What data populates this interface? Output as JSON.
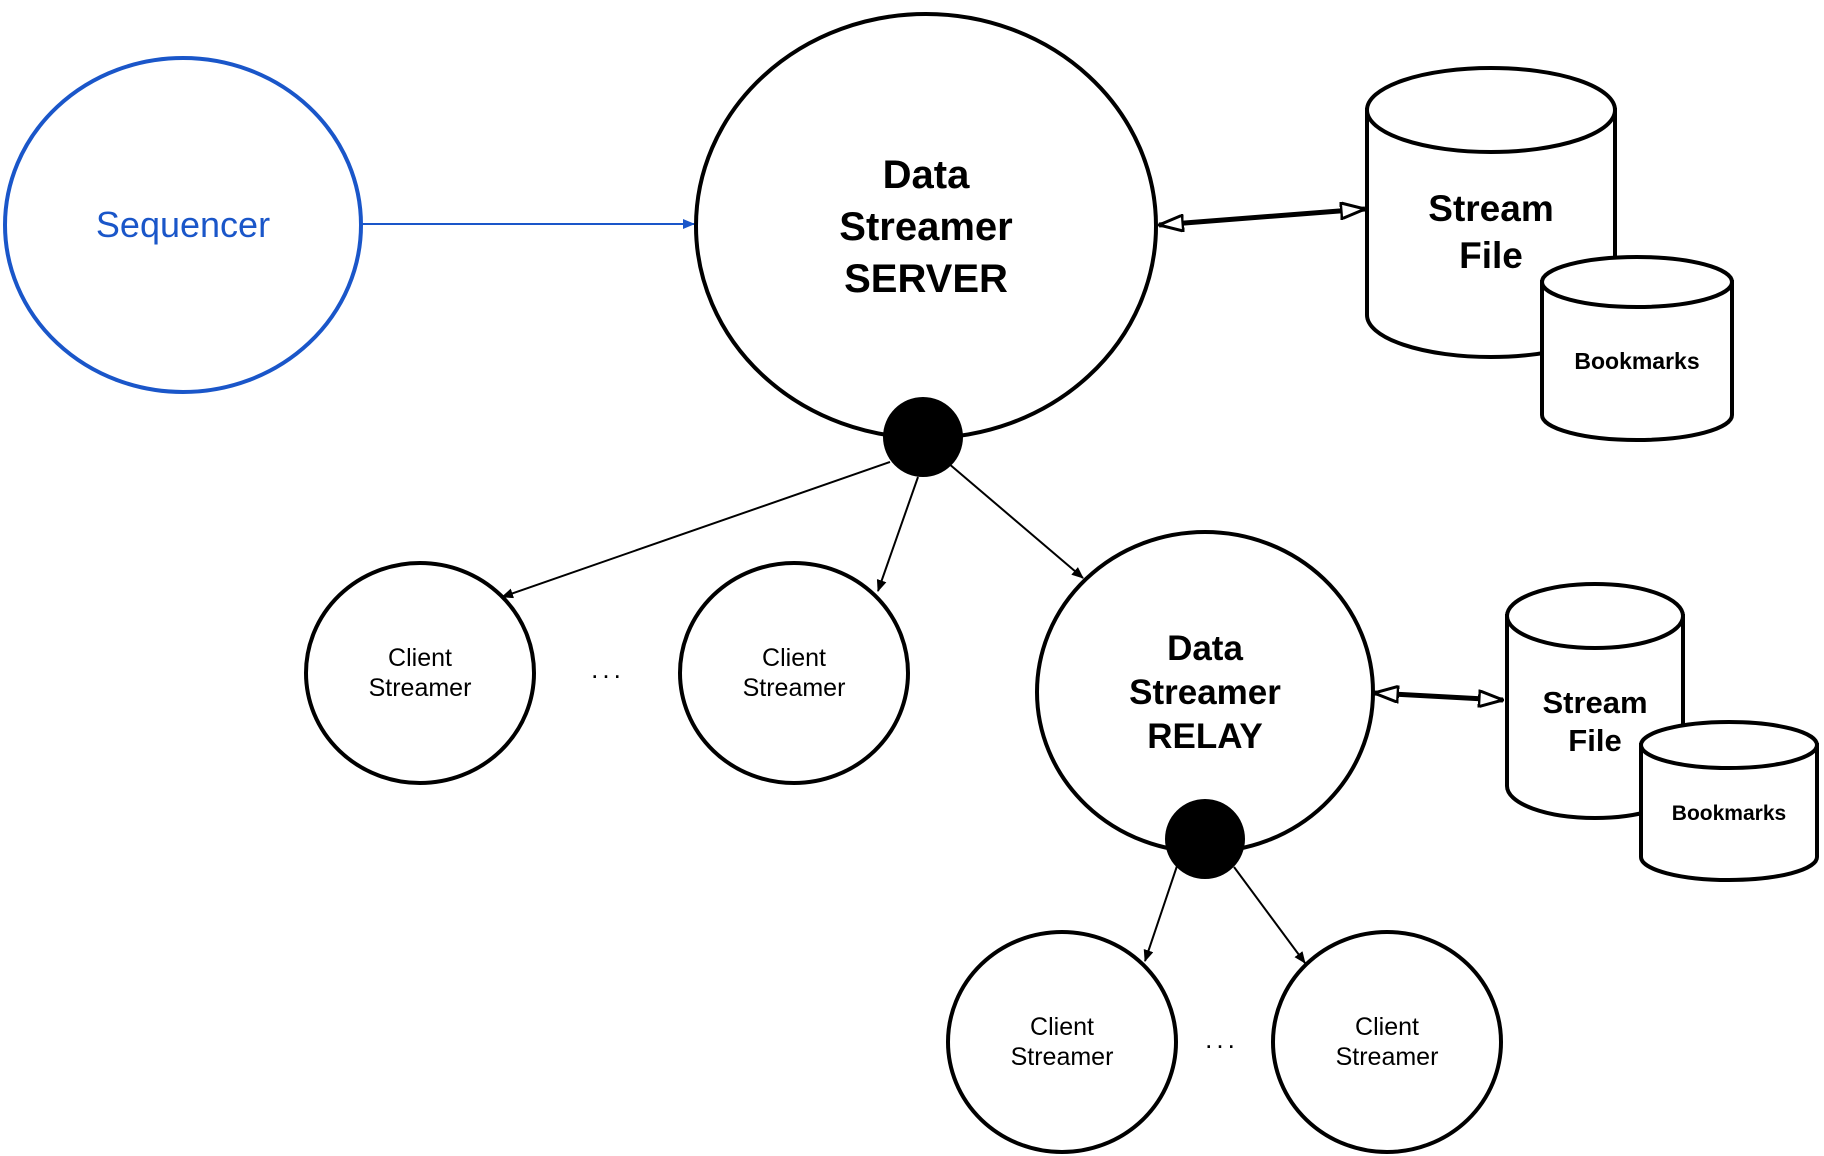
{
  "colors": {
    "stroke": "#000000",
    "accent": "#1a56c9",
    "background": "#ffffff"
  },
  "sequencer": {
    "label": "Sequencer"
  },
  "server": {
    "lines": [
      "Data",
      "Streamer",
      "SERVER"
    ],
    "stream_file": [
      "Stream",
      "File"
    ],
    "bookmarks": "Bookmarks"
  },
  "relay": {
    "lines": [
      "Data",
      "Streamer",
      "RELAY"
    ],
    "stream_file": [
      "Stream",
      "File"
    ],
    "bookmarks": "Bookmarks"
  },
  "client": {
    "lines": [
      "Client",
      "Streamer"
    ]
  },
  "ellipsis": "..."
}
